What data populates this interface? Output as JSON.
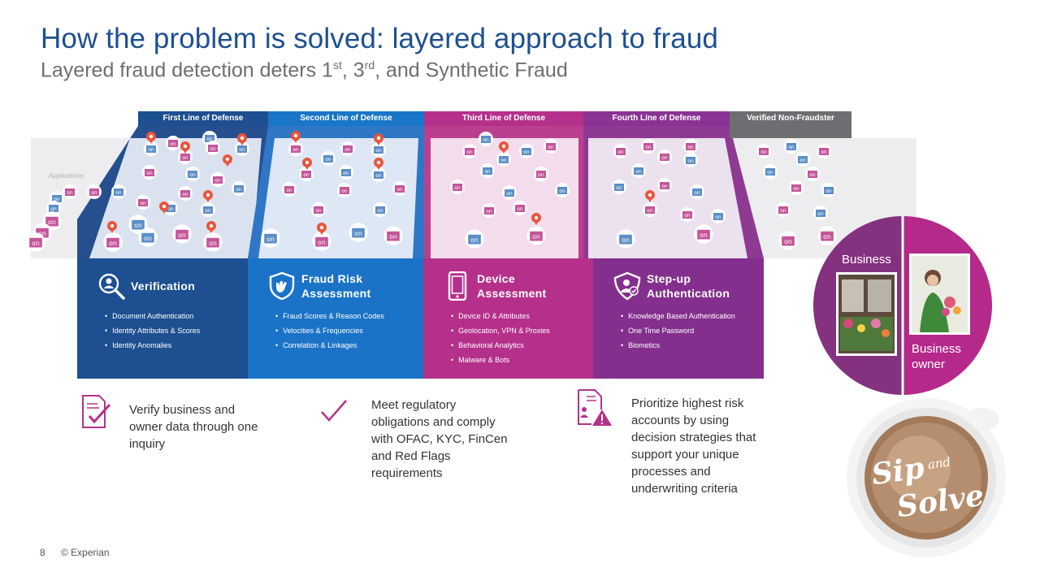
{
  "slide": {
    "title": "How the problem is solved: layered approach to fraud",
    "subtitle_pre": "Layered fraud detection deters 1",
    "subtitle_sup1": "st",
    "subtitle_mid": ", 3",
    "subtitle_sup2": "rd",
    "subtitle_post": ", and Synthetic Fraud"
  },
  "illustration": {
    "applications_label": "Applications",
    "store_glyph": "on"
  },
  "lines_of_defense": [
    {
      "label": "First Line of Defense",
      "color": "#1d4f91"
    },
    {
      "label": "Second Line of Defense",
      "color": "#1976c8"
    },
    {
      "label": "Third Line of Defense",
      "color": "#b5308a"
    },
    {
      "label": "Fourth Line of Defense",
      "color": "#8b3394"
    },
    {
      "label": "Verified Non-Fraudster",
      "color": "#6d6e71"
    }
  ],
  "panels": [
    {
      "title": "Verification",
      "icon": "magnifier-person-icon",
      "color": "#1d4f91",
      "items": [
        "Document Authentication",
        "Identity Attributes & Scores",
        "Identity Anomalies"
      ]
    },
    {
      "title_line1": "Fraud Risk",
      "title_line2": "Assessment",
      "icon": "shield-hand-icon",
      "color": "#1a73c7",
      "items": [
        "Fraud Scores & Reason Codes",
        "Velocities & Frequencies",
        "Correlation & Linkages"
      ]
    },
    {
      "title_line1": "Device",
      "title_line2": "Assessment",
      "icon": "mobile-device-icon",
      "color": "#b5308a",
      "items": [
        "Device ID & Attributes",
        "Geolocation, VPN & Proxies",
        "Behavioral Analytics",
        "Malware & Bots"
      ]
    },
    {
      "title_line1": "Step-up",
      "title_line2": "Authentication",
      "icon": "shield-person-check-icon",
      "color": "#842f8e",
      "items": [
        "Knowledge Based Authentication",
        "One Time Password",
        "Biometics"
      ]
    }
  ],
  "circle": {
    "business_label": "Business",
    "owner_label_line1": "Business",
    "owner_label_line2": "owner",
    "left_color": "#84317f",
    "right_color": "#b4298a"
  },
  "benefits": [
    {
      "icon": "document-check-icon",
      "lines": [
        "Verify business and",
        "owner data through  one",
        "inquiry"
      ]
    },
    {
      "icon": "checkmark-icon",
      "lines": [
        "Meet regulatory",
        "obligations and comply",
        "with OFAC, KYC, FinCen",
        "and Red Flags",
        "requirements"
      ]
    },
    {
      "icon": "document-warning-icon",
      "lines": [
        "Prioritize highest risk",
        "accounts by using",
        "decision strategies that",
        "support your unique",
        "processes and",
        "underwriting criteria"
      ]
    }
  ],
  "coffee": {
    "line1": "Sip",
    "line2": "and",
    "line3": "Solve"
  },
  "footer": {
    "page_number": "8",
    "copyright": "© Experian"
  }
}
